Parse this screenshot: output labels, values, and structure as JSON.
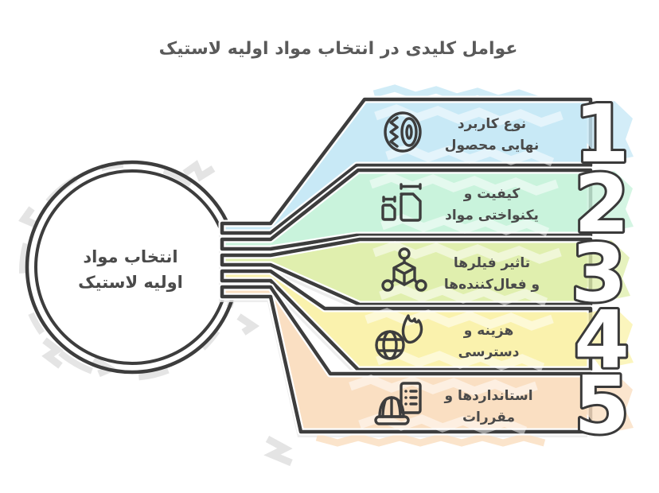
{
  "title": "عوامل کلیدی در انتخاب مواد اولیه لاستیک",
  "circle": {
    "line1": "انتخاب مواد",
    "line2": "اولیه لاستیک"
  },
  "banners": [
    {
      "number": "1",
      "line1": "نوع کاربرد",
      "line2": "نهایی محصول",
      "color": "#c8e9f6",
      "icon": "tire-icon"
    },
    {
      "number": "2",
      "line1": "کیفیت و",
      "line2": "یکنواختی مواد",
      "color": "#c9f3dc",
      "icon": "rubber-bales-icon"
    },
    {
      "number": "3",
      "line1": "تاثیر فیلرها",
      "line2": "و فعال‌کننده‌ها",
      "color": "#e0efae",
      "icon": "molecule-icon"
    },
    {
      "number": "4",
      "line1": "هزینه و",
      "line2": "دسترسی",
      "color": "#faf2ad",
      "icon": "globe-flame-icon"
    },
    {
      "number": "5",
      "line1": "استانداردها و",
      "line2": "مقررات",
      "color": "#fadfc2",
      "icon": "helmet-clipboard-icon"
    }
  ],
  "colors": {
    "outline": "#3d3d3d",
    "text": "#4a4a4a",
    "title_text": "#5a5a5a",
    "shadow": "#e8e8e8",
    "background": "#ffffff"
  }
}
